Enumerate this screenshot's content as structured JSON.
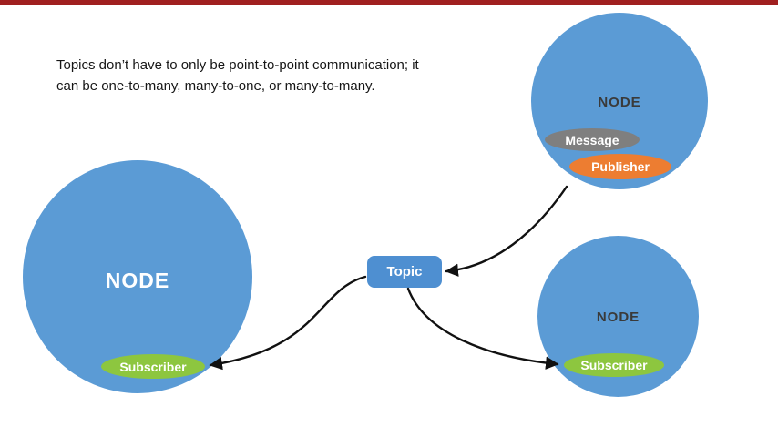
{
  "caption": {
    "line1": "Topics don’t have to only be point-to-point communication; it",
    "line2": "can be one-to-many, many-to-one, or many-to-many."
  },
  "topic_box": {
    "label": "Topic"
  },
  "nodes": {
    "left": {
      "label": "NODE",
      "subscriber": "Subscriber"
    },
    "top_right": {
      "label": "NODE",
      "message": "Message",
      "publisher": "Publisher"
    },
    "bottom_right": {
      "label": "NODE",
      "subscriber": "Subscriber"
    }
  },
  "colors": {
    "node_blue": "#5B9BD5",
    "topic_blue": "#4E8FD1",
    "subscriber_green": "#8DC63F",
    "publisher_orange": "#ED7D31",
    "message_gray": "#7F7F7F",
    "top_bar_red": "#A02020",
    "arrow_black": "#111111"
  }
}
